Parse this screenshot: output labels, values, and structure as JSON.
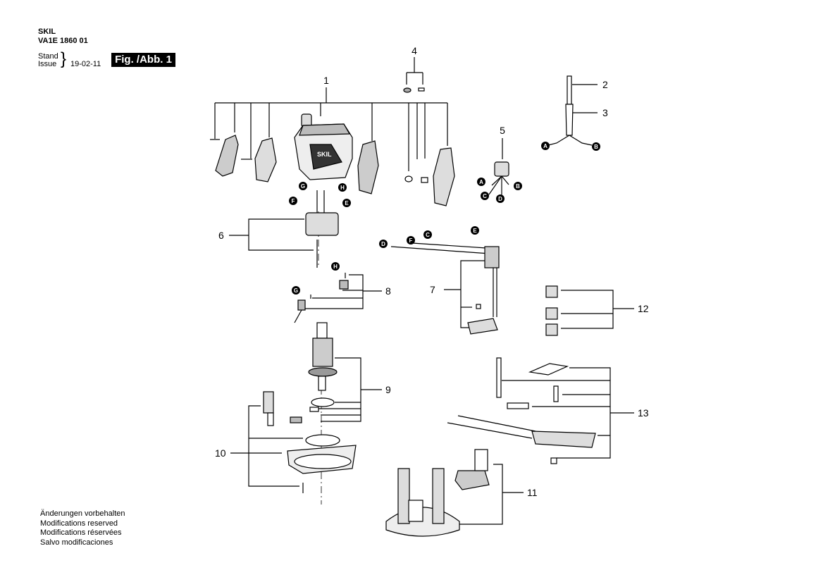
{
  "header": {
    "brand": "SKIL",
    "model": "VA1E 1860 01",
    "stand_label": "Stand",
    "issue_label": "Issue",
    "date": "19-02-11",
    "figure_label": "Fig. /Abb. 1"
  },
  "notes": [
    "Änderungen vorbehalten",
    "Modifications reserved",
    "Modifications réservées",
    "Salvo modificaciones"
  ],
  "part_numbers": [
    "1",
    "2",
    "3",
    "4",
    "5",
    "6",
    "7",
    "8",
    "9",
    "10",
    "11",
    "12",
    "13"
  ],
  "connector_letters": [
    "A",
    "B",
    "C",
    "D",
    "E",
    "F",
    "G",
    "H"
  ]
}
